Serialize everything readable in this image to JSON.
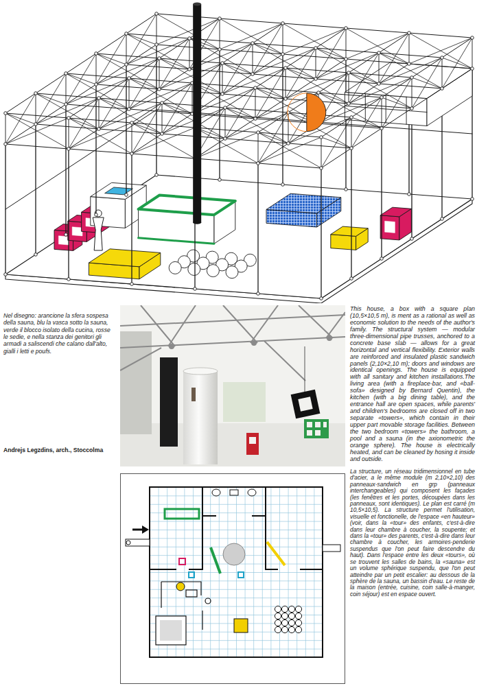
{
  "diagram": {
    "caption": "Nel disegno: arancione la sfera sospesa della sauna, blu la vasca sotto la sauna, verde il blocco isolato della cucina, rosse le sedie, e nella stanza dei genitori gli armadi a saliscendi che calano dall'alto, gialli i letti e poufs.",
    "labels": [
      "Andrejs Legzdins, arch., Stoccolma",
      "This house, a box with a square plan (10,5×10,5 m), is ment as a rational as well as economic solution to the needs of the author's family. The structural system — modular three-dimensional pipe trusses, anchored to a concrete base slab — allows for a great horizontal and vertical flexibility. Exterior walls are reinforced and insulated plastic sandwich panels (2,10×2,10 m); doors and windows are identical openings. The house is equipped with all sanitary and kitchen installations.The living area (with a fireplace-bar, and «ball-sofa» designed by Bernard Quentin), the kitchen (with a big dining table), and the entrance hall are open spaces, while parents' and children's bedrooms are closed off in two separate «towers», which contain in their upper part movable storage facilities. Between the two bedroom «towers» the bathroom, a pool and a sauna (in the axionometric the orange sphere). The house is electrically heated, and can be cleaned by hosing it inside and outside.",
      "La structure, un réseau tridimensionnel en tube d'acier, a le même module (m 2,10×2,10) des panneaux-sandwich en grp (panneaux interchangeables) qui composent les façades (les fenêtres et les portes, découpées dans les panneaux, sont identiques). Le plan est carré (m 10,5×10,5). La structure permet l'utilisation, visuelle et fonctionelle, de l'espace «en hauteur» (voir, dans la «tour» des enfants, c'est-à-dire dans leur chambre à coucher, la soupente; et dans la «tour» des parents, c'est-à-dire dans leur chambre à coucher, les armoires-penderie suspendus que l'on peut faire descendre du haut). Dans l'espace entre les deux «tours», où se trouvent les salles de bains, la «sauna» est un volume sphérique suspendu, que l'on peut atteindre par un petit escalier: au dessous de la sphère de la sauna, un bassin d'eau. Le reste de la maison (entrée, cuisine, coin salle-à-manger, coin séjour) est en espace ouvert."
    ]
  }
}
